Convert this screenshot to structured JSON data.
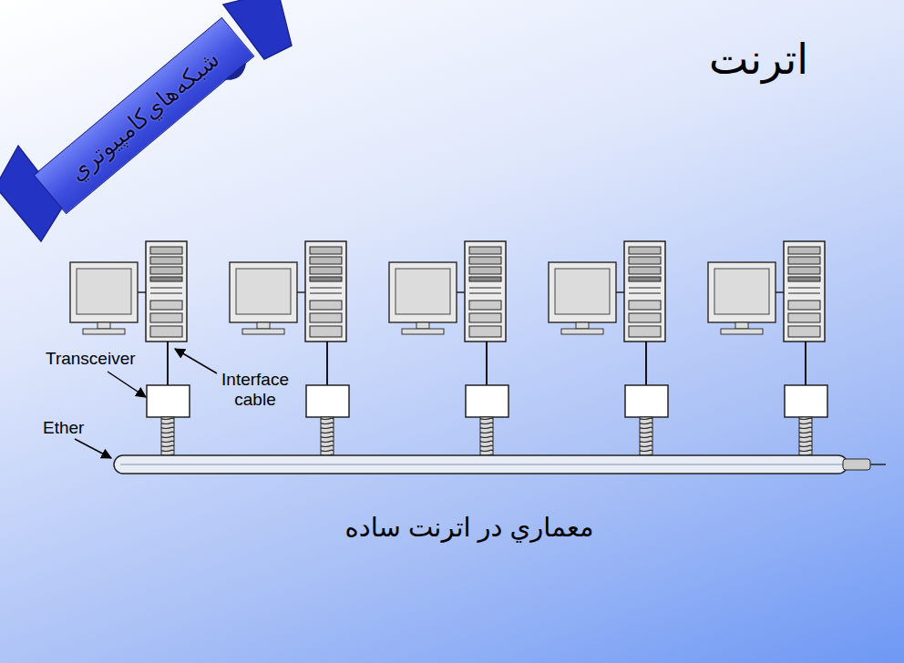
{
  "diagram": {
    "title": "اترنت",
    "caption": "معماري در اترنت ساده",
    "nodes": [
      {
        "text": [
          "شبکه‌هاي‌کامپيوتري"
        ]
      }
    ],
    "labels": [
      "Transceiver",
      "Interface cable",
      "Ether"
    ]
  }
}
